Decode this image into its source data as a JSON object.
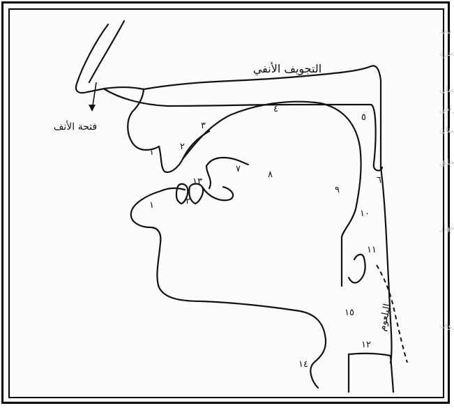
{
  "labels": {
    "nasal_cavity": "التجويف الأنفي",
    "nostril": "فتحة الأنف",
    "pharynx": "البلعوم"
  },
  "point_numbers": [
    "١",
    "٢",
    "٣",
    "٤",
    "٥",
    "٦",
    "٧",
    "٨",
    "٩",
    "١٠",
    "١١",
    "١٢",
    "١٣",
    "١٤",
    "١٥"
  ],
  "background_text_lines": [
    "وإذا نظرنا إلى أعضاء النطق في الجهاز الصوتي نجد",
    "أن الهواء يمر من الرئتين عبر القصبة الهوائية إلى الحنجرة",
    "ثم يتجه إلى الفم أو الأنف حسب وضع اللهاة واللسان",
    "وتتكون الأصوات المختلفة بحسب موضع الاعتراض",
    "ويختلف المخرج باختلاف وضع الشفتين والأسنان",
    "والحنك الصلب والحنك اللين واللهاة والحلق",
    "ويقع كل مخرج في موضع محدد من الجهاز",
    "ويوضح الشكل المقابل أعضاء النطق ومخارج الحروف"
  ]
}
